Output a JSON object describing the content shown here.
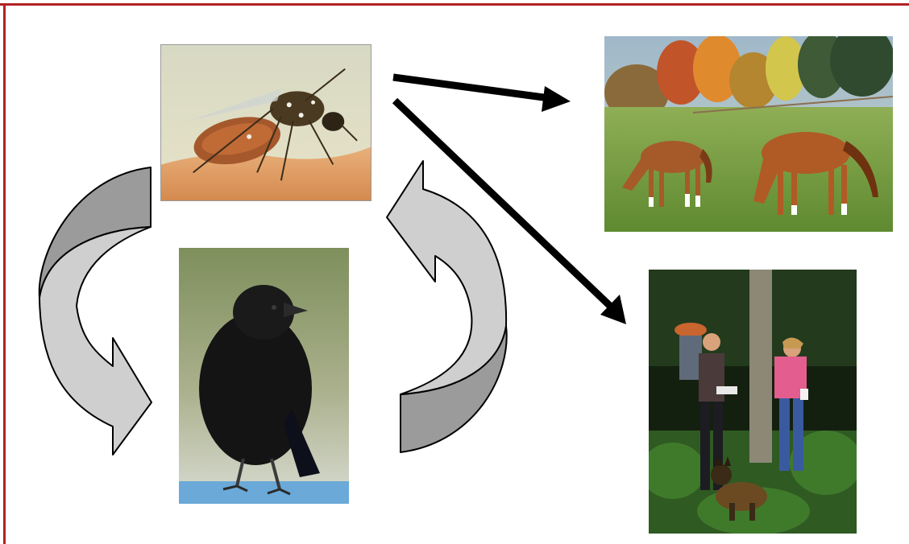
{
  "diagram": {
    "nodes": [
      {
        "id": "mosquito",
        "icon": "mosquito-photo"
      },
      {
        "id": "bird",
        "icon": "crow-photo"
      },
      {
        "id": "horse",
        "icon": "horses-photo"
      },
      {
        "id": "human",
        "icon": "hikers-photo"
      }
    ],
    "edges": [
      {
        "from": "mosquito",
        "to": "bird",
        "style": "curved-gray-arrow"
      },
      {
        "from": "bird",
        "to": "mosquito",
        "style": "curved-gray-arrow"
      },
      {
        "from": "mosquito",
        "to": "horse",
        "style": "straight-black-arrow"
      },
      {
        "from": "mosquito",
        "to": "human",
        "style": "straight-black-arrow"
      }
    ]
  },
  "colors": {
    "frame": "#b22222",
    "cycle_arrow_dark": "#9b9b9b",
    "cycle_arrow_light": "#cfcfcf",
    "dead_end_arrow": "#000000"
  }
}
